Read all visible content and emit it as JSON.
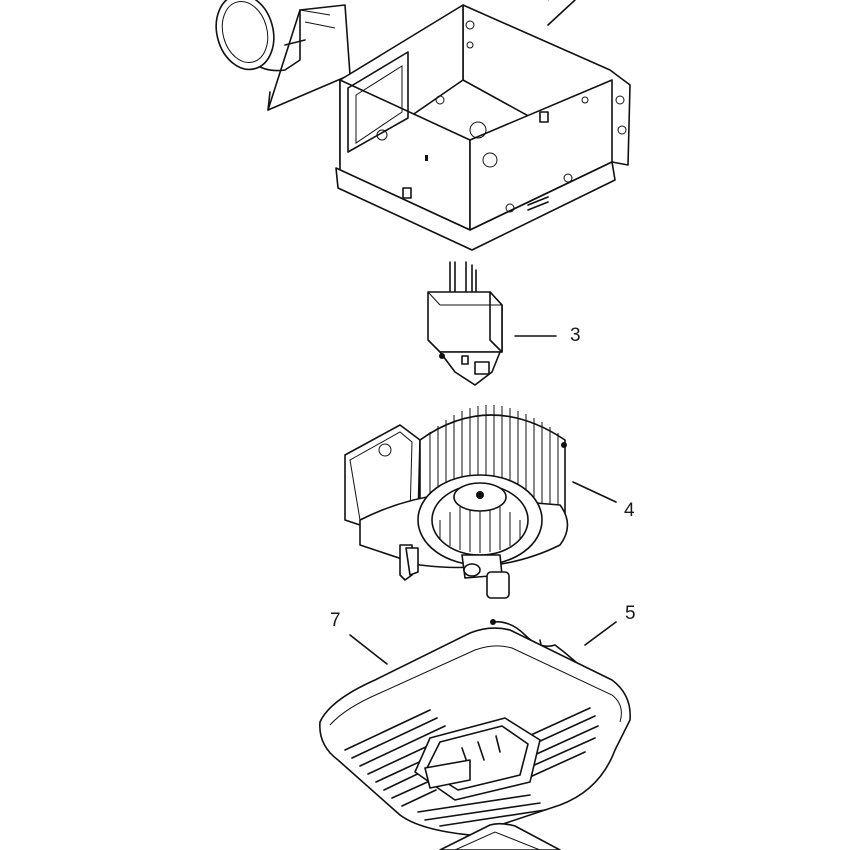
{
  "diagram": {
    "callouts": [
      {
        "id": "3",
        "text": "3"
      },
      {
        "id": "4",
        "text": "4"
      },
      {
        "id": "5",
        "text": "5"
      },
      {
        "id": "7",
        "text": "7"
      }
    ],
    "parts": [
      {
        "name": "duct-connector-icon"
      },
      {
        "name": "housing-icon"
      },
      {
        "name": "motor-capacitor-icon"
      },
      {
        "name": "blower-wheel-assembly-icon"
      },
      {
        "name": "mounting-springs-icon"
      },
      {
        "name": "grille-icon"
      }
    ]
  }
}
